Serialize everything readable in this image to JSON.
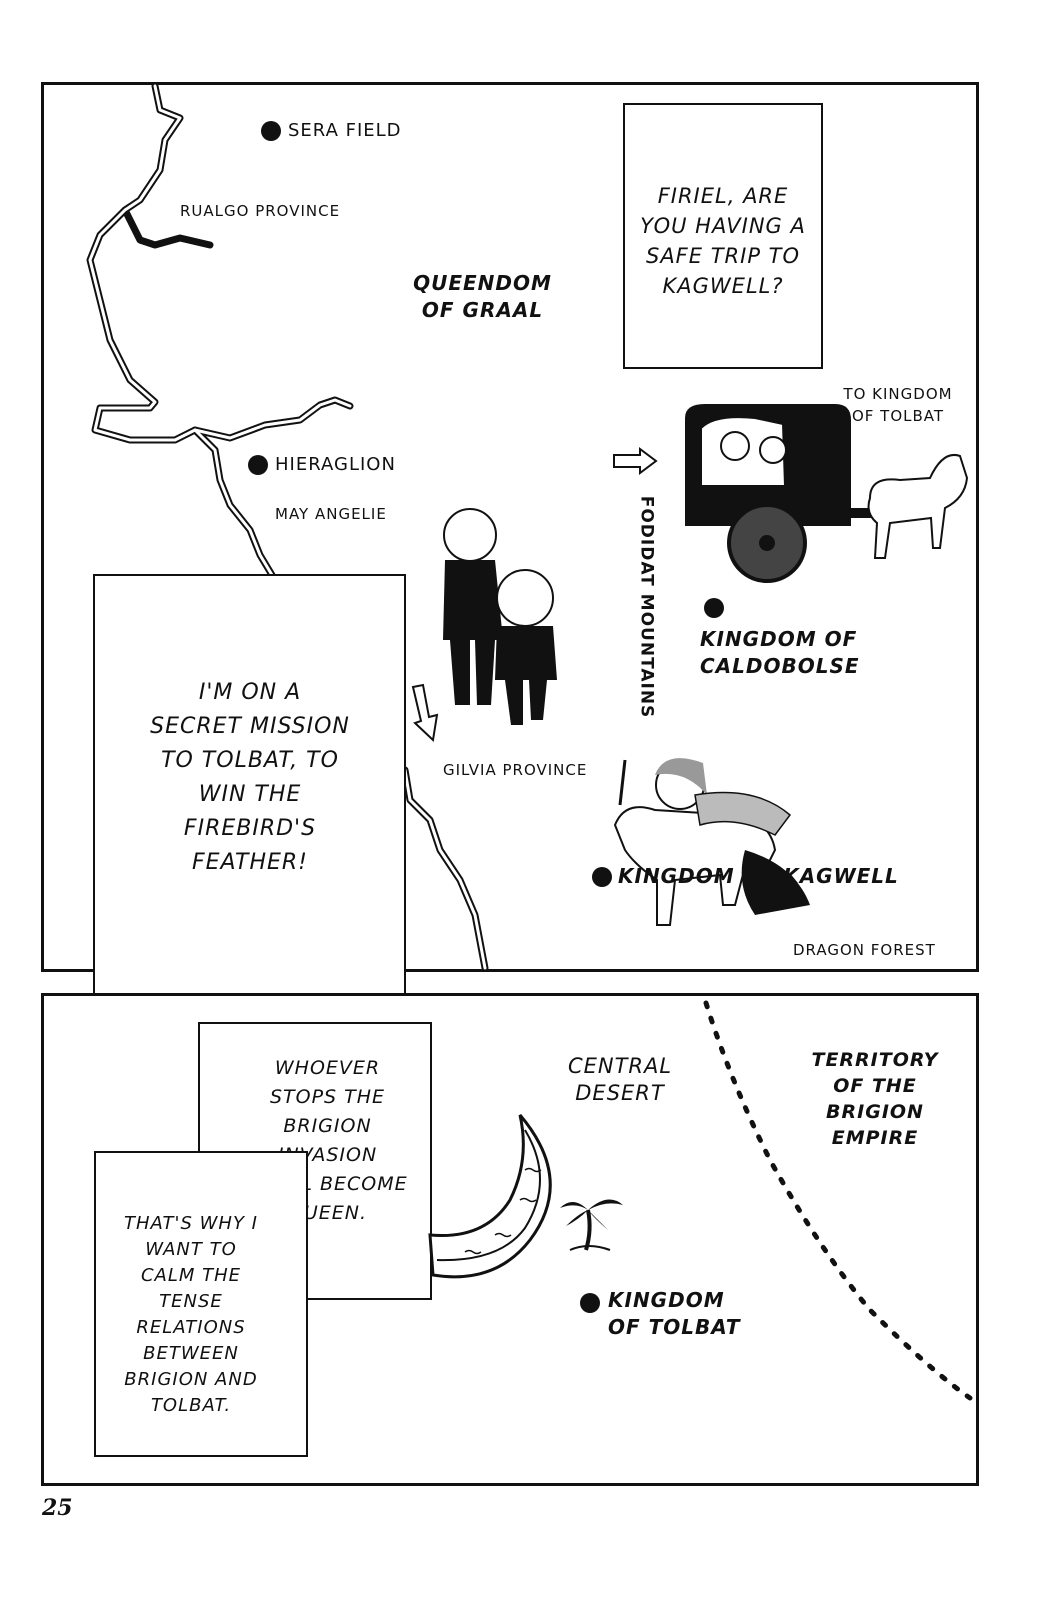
{
  "top_map": {
    "places": {
      "sera_field": "SERA FIELD",
      "rualgo_province": "RUALGO PROVINCE",
      "queendom_of_graal": "QUEENDOM OF GRAAL",
      "hieraglion": "HIERAGLION",
      "may_angelie": "MAY ANGELIE",
      "to_kingdom_of_tolbat": "TO KINGDOM OF TOLBAT",
      "foodiat_mountains": "FODIDAT MOUNTAINS",
      "kingdom_of_caldobolse": "KINGDOM OF CALDOBOLSE",
      "gilvia_province": "GILVIA PROVINCE",
      "kingdom_of_kagwell": "KINGDOM OF KAGWELL",
      "dragon_forest": "DRAGON FOREST"
    },
    "caption_right": "FIRIEL, ARE YOU HAVING A SAFE TRIP TO KAGWELL?",
    "caption_left": "I'M ON A SECRET MISSION TO TOLBAT, TO WIN THE FIREBIRD'S FEATHER!"
  },
  "bottom_map": {
    "places": {
      "central_desert": "CENTRAL DESERT",
      "territory_brigion": "TERRITORY OF THE BRIGION EMPIRE",
      "kingdom_of_tolbat": "KINGDOM OF TOLBAT"
    },
    "caption_upper": "WHOEVER STOPS THE BRIGION INVASION SHALL BECOME QUEEN.",
    "caption_lower": "THAT'S WHY I WANT TO CALM THE TENSE RELATIONS BETWEEN BRIGION AND TOLBAT."
  },
  "page_number": "25"
}
